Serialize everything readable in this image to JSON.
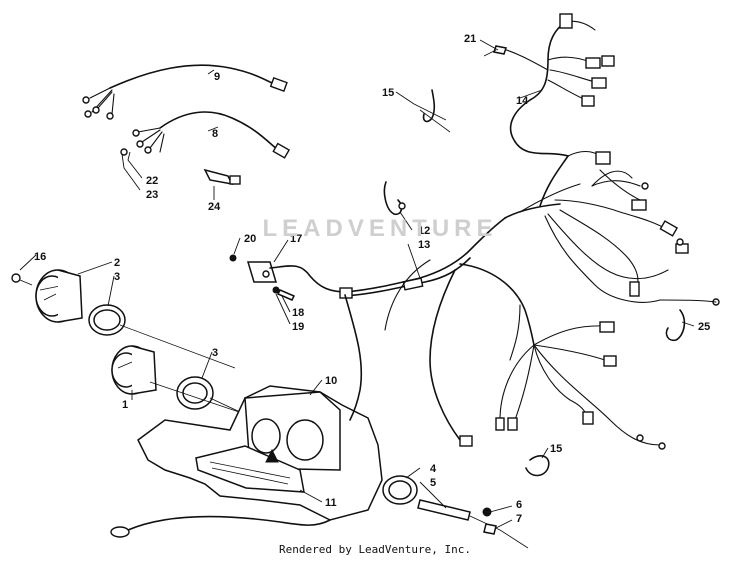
{
  "watermark": {
    "text": "LEADVENTURE"
  },
  "footer": {
    "text": "Rendered by LeadVenture, Inc."
  },
  "callouts": [
    {
      "id": "c1",
      "label": "1"
    },
    {
      "id": "c2",
      "label": "2"
    },
    {
      "id": "c3a",
      "label": "3"
    },
    {
      "id": "c3b",
      "label": "3"
    },
    {
      "id": "c4",
      "label": "4"
    },
    {
      "id": "c5",
      "label": "5"
    },
    {
      "id": "c6",
      "label": "6"
    },
    {
      "id": "c7",
      "label": "7"
    },
    {
      "id": "c8",
      "label": "8"
    },
    {
      "id": "c9",
      "label": "9"
    },
    {
      "id": "c10",
      "label": "10"
    },
    {
      "id": "c11",
      "label": "11"
    },
    {
      "id": "c12",
      "label": "12"
    },
    {
      "id": "c13",
      "label": "13"
    },
    {
      "id": "c14",
      "label": "14"
    },
    {
      "id": "c15a",
      "label": "15"
    },
    {
      "id": "c15b",
      "label": "15"
    },
    {
      "id": "c16",
      "label": "16"
    },
    {
      "id": "c17",
      "label": "17"
    },
    {
      "id": "c18",
      "label": "18"
    },
    {
      "id": "c19",
      "label": "19"
    },
    {
      "id": "c20",
      "label": "20"
    },
    {
      "id": "c21",
      "label": "21"
    },
    {
      "id": "c22",
      "label": "22"
    },
    {
      "id": "c23",
      "label": "23"
    },
    {
      "id": "c24",
      "label": "24"
    },
    {
      "id": "c25",
      "label": "25"
    }
  ]
}
